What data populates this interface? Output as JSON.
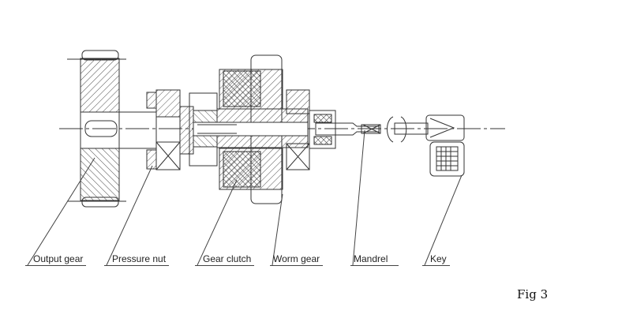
{
  "labels": {
    "output_gear": "Output gear",
    "pressure_nut": "Pressure nut",
    "gear_clutch": "Gear clutch",
    "worm_gear": "Worm gear",
    "mandrel": "Mandrel",
    "key": "Key"
  },
  "figure_caption": "Fig 3"
}
